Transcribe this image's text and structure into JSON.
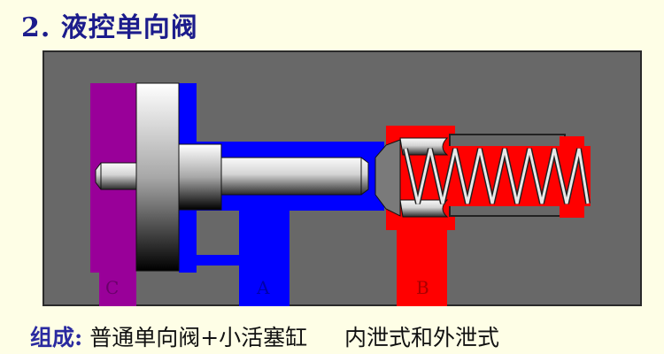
{
  "title": "2. 液控单向阀",
  "caption": {
    "label": "组成:",
    "composition": "普通单向阀+小活塞缸",
    "types": "内泄式和外泄式"
  },
  "diagram": {
    "ports": {
      "c": "C",
      "a": "A",
      "b": "B"
    },
    "colors": {
      "background": "#fefee6",
      "body": "#686868",
      "control_chamber": "#990099",
      "port_a_chamber": "#0000ff",
      "port_b_chamber": "#ff0000",
      "title_text": "#1c1c8c"
    }
  }
}
